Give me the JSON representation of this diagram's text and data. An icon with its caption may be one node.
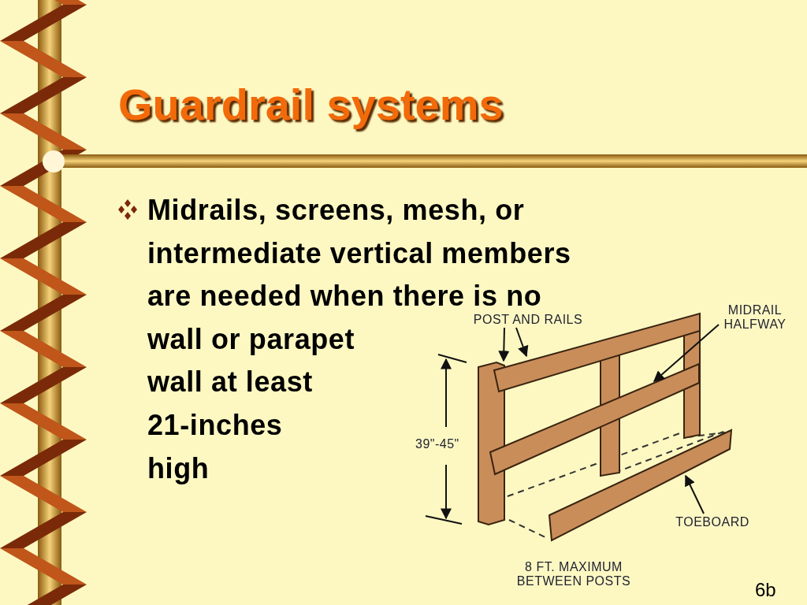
{
  "diagram": {
    "title": "Guardrail systems",
    "nodes": [
      {
        "text": [
          "POST AND RAILS"
        ]
      },
      {
        "text": [],
        "shape": "bar"
      },
      {
        "text": [],
        "shape": "bar"
      },
      {
        "text": [
          "MIDRAIL HALFWAY"
        ]
      },
      {
        "text": [],
        "shape": "bar"
      },
      {
        "text": [
          "TOEBOARD"
        ]
      },
      {
        "text": [],
        "shape": "bar"
      }
    ],
    "edges": [
      {
        "from": 0,
        "to": 1,
        "arrow": "to"
      },
      {
        "from": 0,
        "to": 2,
        "arrow": "to"
      },
      {
        "from": 3,
        "to": 4,
        "arrow": "to"
      },
      {
        "from": 5,
        "to": 6,
        "arrow": "to"
      }
    ],
    "labels": [
      "Midrails, screens, mesh, or intermediate vertical members are needed when there is no wall or parapet wall at least 21-inches high",
      "39\"-45\"",
      "8 FT. MAXIMUM BETWEEN POSTS",
      "6b"
    ]
  }
}
